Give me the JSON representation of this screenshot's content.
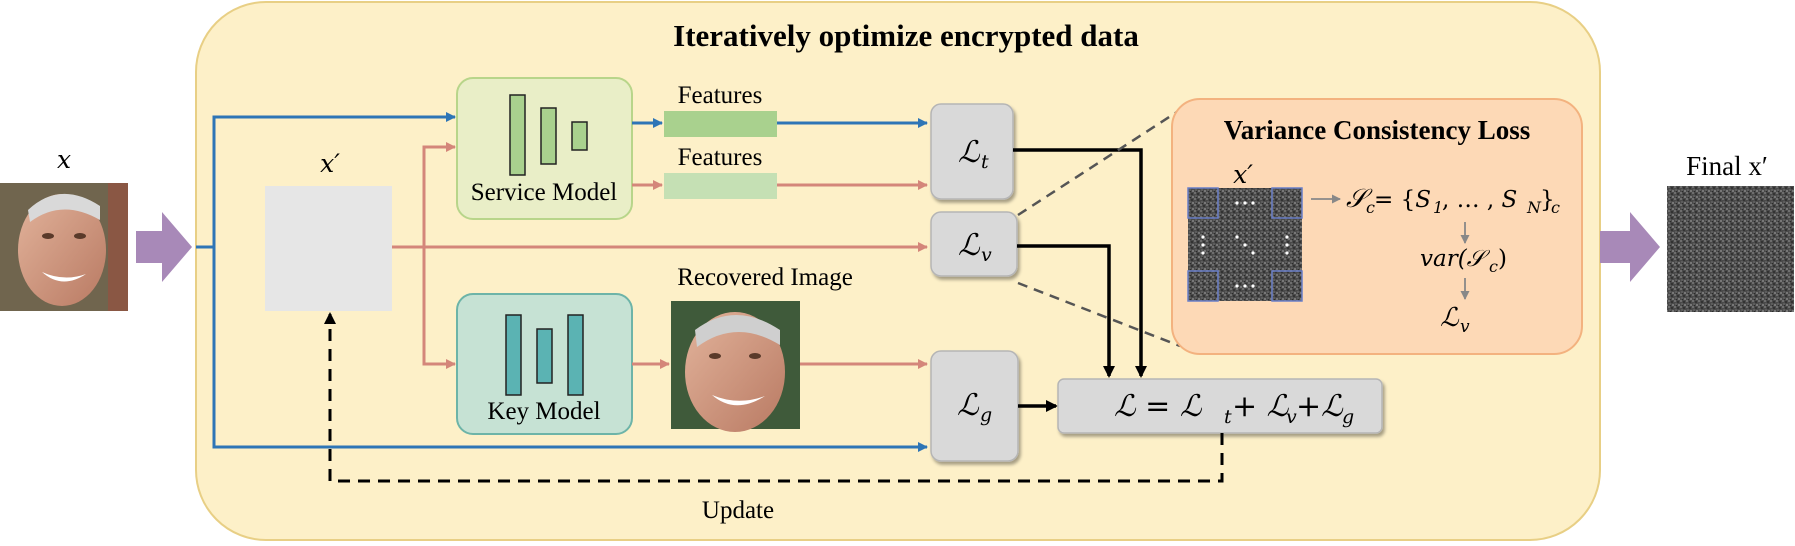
{
  "title": "Iteratively optimize encrypted data",
  "input_label": "x",
  "encrypted_label": "x′",
  "output_label": "Final x′",
  "service_model_label": "Service Model",
  "key_model_label": "Key Model",
  "features_label_1": "Features",
  "features_label_2": "Features",
  "recovered_image_label": "Recovered Image",
  "update_label": "Update",
  "loss_t": {
    "base": "ℒ",
    "sub": "t"
  },
  "loss_v": {
    "base": "ℒ",
    "sub": "v"
  },
  "loss_g": {
    "base": "ℒ",
    "sub": "g"
  },
  "total_loss": "ℒ = ℒ",
  "total_loss_parts": {
    "t": "t",
    "v": "v",
    "g": "g",
    "plus": "+ ℒ",
    "plus2": "+ℒ"
  },
  "vcl": {
    "title": "Variance Consistency Loss",
    "xprime": "x′",
    "set_eq": "𝒮",
    "set_sub": "c",
    "set_rhs": " = {𝑆",
    "set_rhs_1": "1",
    "set_rhs_mid": ", … , 𝑆",
    "set_rhs_N": "N",
    "set_rhs_end": "}",
    "set_rhs_c": "c",
    "var_expr": "var(𝒮",
    "var_sub": "c",
    "var_close": ")",
    "lv_base": "ℒ",
    "lv_sub": "v"
  },
  "colors": {
    "outer_bg": "#fdf0c8",
    "outer_border": "#e8cf85",
    "service_bg": "#e9eec7",
    "service_border": "#b8d58a",
    "key_bg": "#c6e2d4",
    "key_border": "#6db4a8",
    "loss_box": "#d9d9d9",
    "vcl_bg": "#fdd9b6",
    "vcl_border": "#f3b27f",
    "blue_arrow": "#2e75b6",
    "red_arrow": "#d4867a",
    "purple_arrow": "#a889b8",
    "features_dark": "#a9d18e",
    "features_light": "#c5e0b4"
  }
}
